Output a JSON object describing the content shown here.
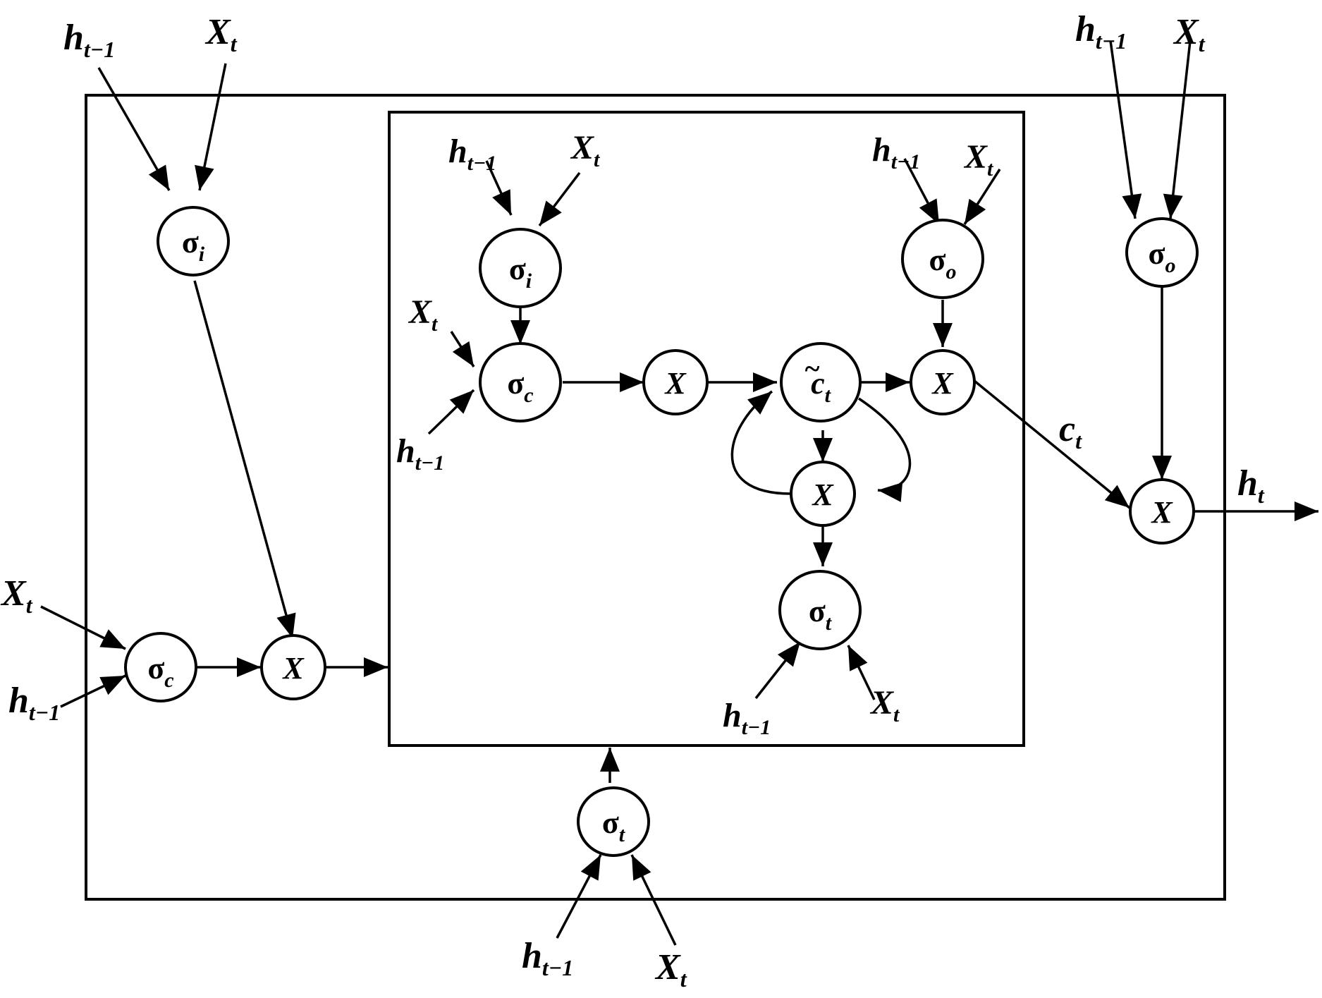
{
  "symbols": {
    "h": "h",
    "X": "X",
    "c": "c",
    "sigma": "σ",
    "tilde": "~",
    "t": "t",
    "t_minus_1": "t−1",
    "i": "i",
    "c_sub": "c",
    "o": "o"
  },
  "nodes": {
    "outer_sigma_i": {
      "base": "σ",
      "sub": "i"
    },
    "outer_sigma_c": {
      "base": "σ",
      "sub": "c"
    },
    "outer_mult_left": {
      "text": "X"
    },
    "bottom_sigma_t": {
      "base": "σ",
      "sub": "t"
    },
    "right_sigma_o": {
      "base": "σ",
      "sub": "o"
    },
    "right_mult_out": {
      "text": "X"
    },
    "inner_sigma_i": {
      "base": "σ",
      "sub": "i"
    },
    "inner_sigma_c": {
      "base": "σ",
      "sub": "c"
    },
    "inner_mult_1": {
      "text": "X"
    },
    "inner_c_tilde": {
      "base": "c",
      "sub": "t",
      "accent": "~"
    },
    "inner_mult_2": {
      "text": "X"
    },
    "inner_mult_3": {
      "text": "X"
    },
    "inner_sigma_t": {
      "base": "σ",
      "sub": "t"
    },
    "inner_sigma_o": {
      "base": "σ",
      "sub": "o"
    }
  },
  "labels": {
    "h_prev": {
      "base": "h",
      "sub": "t−1"
    },
    "x_t": {
      "base": "X",
      "sub": "t"
    },
    "c_t": {
      "base": "c",
      "sub": "t"
    },
    "h_t": {
      "base": "h",
      "sub": "t"
    }
  }
}
